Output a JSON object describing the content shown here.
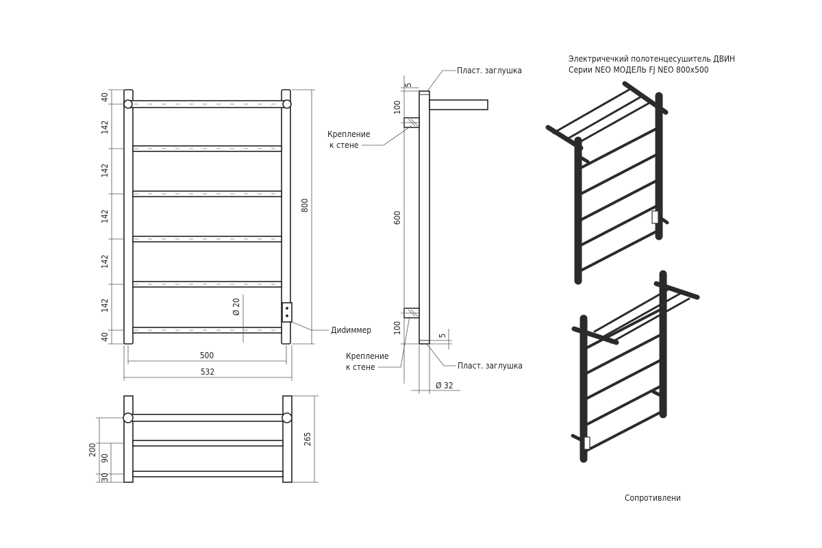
{
  "title": {
    "line1": "Электричечкий полотенцесушитель ДВИН",
    "line2": "Серии NEO МОДЕЛЬ FJ NEO 800x500"
  },
  "front_view": {
    "dims_left": [
      "40",
      "142",
      "142",
      "142",
      "142",
      "142",
      "40"
    ],
    "dim_height": "800",
    "dim_inner_width": "500",
    "dim_outer_width": "532",
    "dim_diameter": "Ø 20",
    "label_dimmer": "Диdиммер"
  },
  "side_view": {
    "label_cap_top": "Пласт. заглушка",
    "label_cap_bottom": "Пласт. заглушка",
    "label_mount_top": [
      "Крепление",
      "к стене"
    ],
    "label_mount_bottom": [
      "Крепление",
      "к стене"
    ],
    "dim_top_5": "5",
    "dim_top_100": "100",
    "dim_600": "600",
    "dim_bottom_100": "100",
    "dim_bottom_5": "5",
    "dim_diameter": "Ø 32"
  },
  "top_view": {
    "dim_200": "200",
    "dim_90": "90",
    "dim_30": "30",
    "dim_265": "265"
  },
  "footer_fragment": "Сопротивлени"
}
